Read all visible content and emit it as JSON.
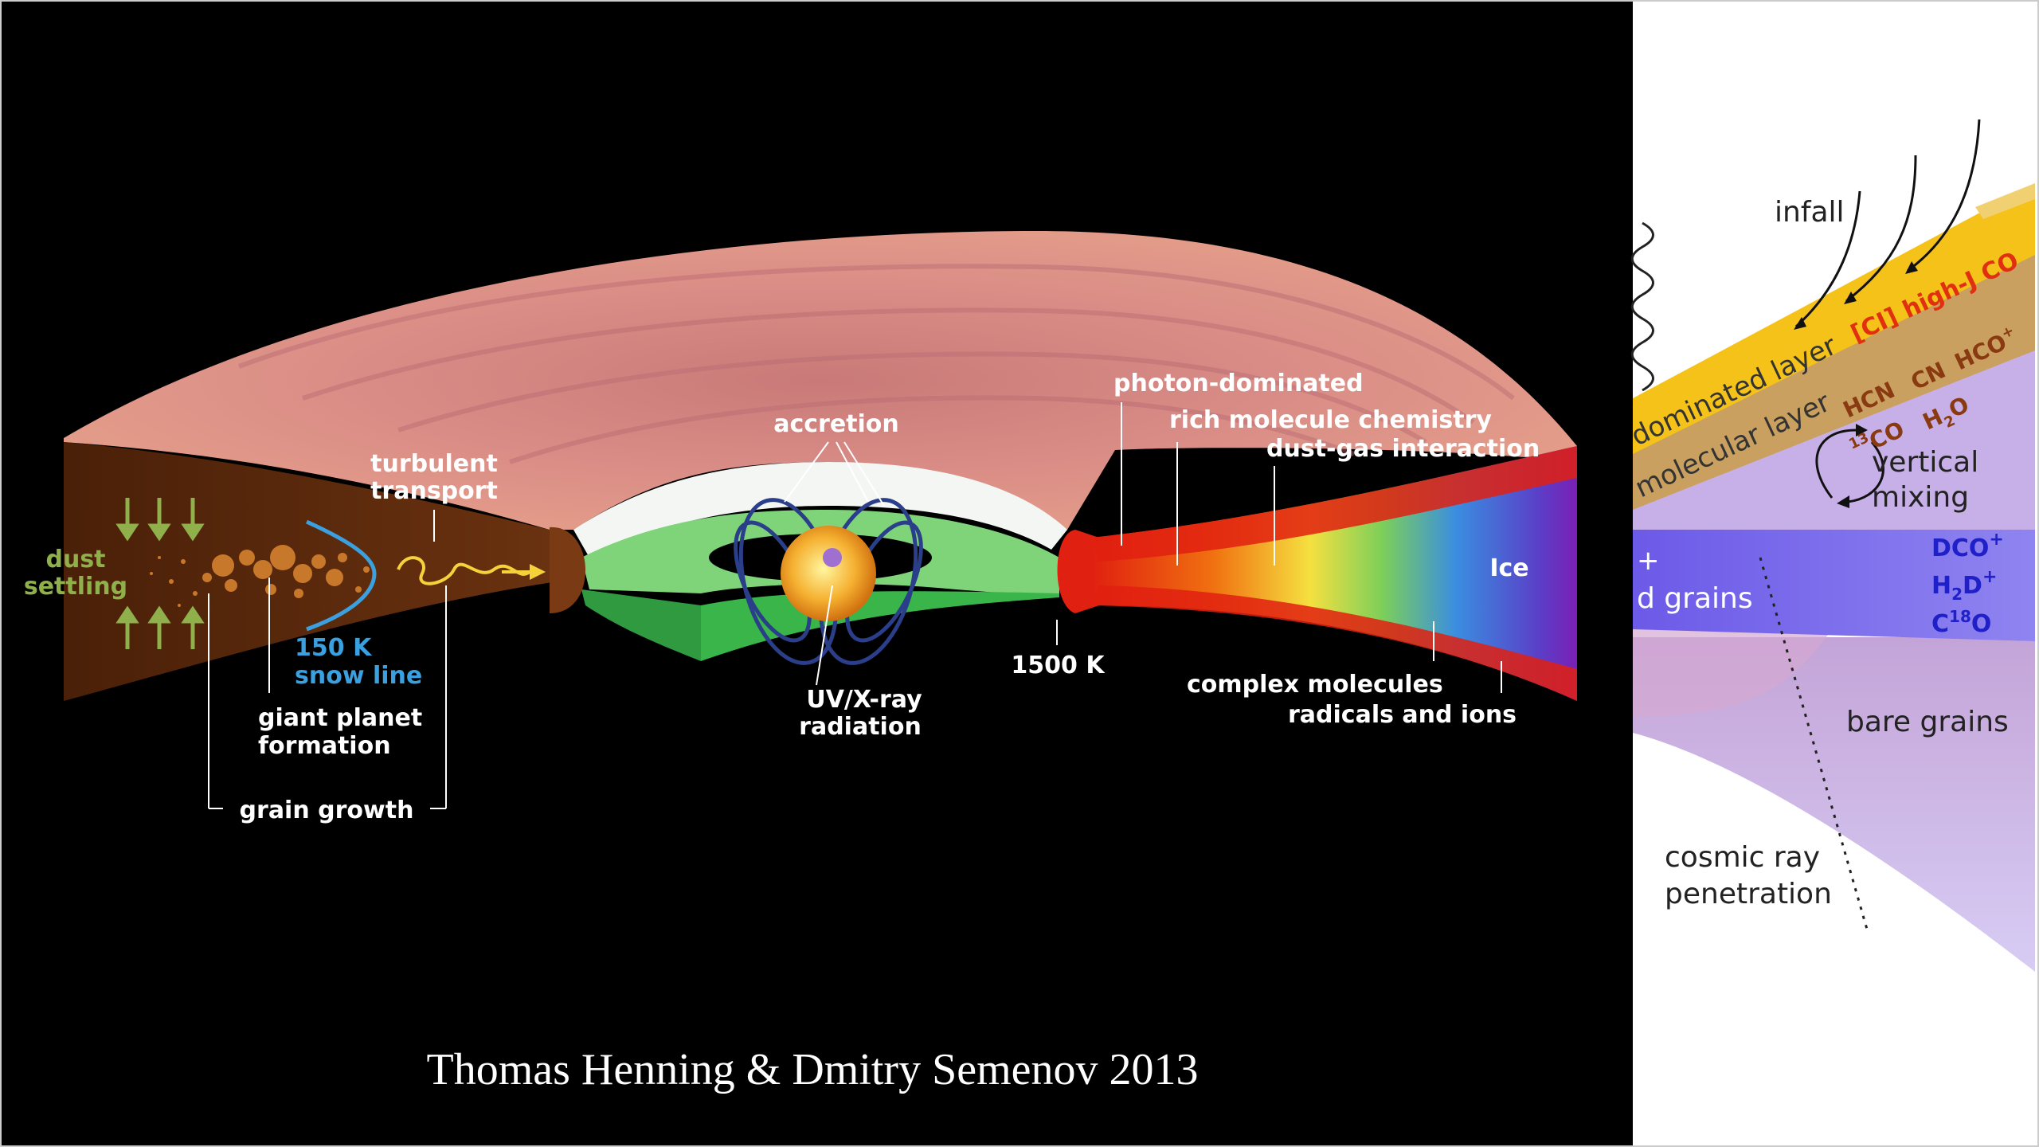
{
  "left_panel": {
    "labels": {
      "dust_settling_1": "dust",
      "dust_settling_2": "settling",
      "turbulent_1": "turbulent",
      "turbulent_2": "transport",
      "accretion": "accretion",
      "snow_line_temp": "150 K",
      "snow_line": "snow line",
      "giant_planet_1": "giant planet",
      "giant_planet_2": "formation",
      "grain_growth": "grain growth",
      "uv_xray_1": "UV/X-ray",
      "uv_xray_2": "radiation",
      "inner_temp": "1500 K",
      "photon_dominated": "photon-dominated",
      "rich_molecule": "rich molecule chemistry",
      "dust_gas": "dust-gas interaction",
      "ice": "Ice",
      "complex_molecules": "complex molecules",
      "radicals_ions": "radicals and ions"
    },
    "credit": "Thomas Henning & Dmitry Semenov 2013"
  },
  "right_panel": {
    "labels": {
      "infall": "infall",
      "photon_layer": "dominated layer",
      "ci": "[CI]",
      "high_j_co": "high-J CO",
      "molecular_layer": "molecular layer",
      "hcn": "HCN",
      "cn": "CN",
      "hco_plus": "HCO",
      "hco_plus_sup": "+",
      "co13_sup": "13",
      "co13": "CO",
      "h2o": "H",
      "h2o_sub": "2",
      "h2o_end": "O",
      "vertical_1": "vertical",
      "vertical_2": "mixing",
      "plus_fragment": "+",
      "grains_fragment": "d grains",
      "dco_plus": "DCO",
      "dco_plus_sup": "+",
      "h2d_plus": "H",
      "h2d_plus_sub": "2",
      "h2d_plus_end": "D",
      "h2d_plus_sup": "+",
      "c18o_pre": "C",
      "c18o_sup": "18",
      "c18o_end": "O",
      "bare_grains": "bare grains",
      "cosmic_1": "cosmic ray",
      "cosmic_2": "penetration"
    }
  },
  "colors": {
    "background_left": "#000000",
    "background_right": "#ffffff",
    "disk_surface": "#d98c82",
    "disk_outer_brown": "#5a2a10",
    "warm_layer_red": "#e02010",
    "ice_purple": "#7a1fb5",
    "inner_green": "#2fa84a",
    "label_white": "#ffffff",
    "label_green": "#8fb04a",
    "label_blue": "#3aa0e0",
    "grain_orange": "#c8782a",
    "turbulence_yellow": "#f5d23a",
    "photon_layer_yellow": "#f5c21a",
    "molecular_layer_tan": "#c9a060",
    "cold_band_blue": "#6f5ae6",
    "bare_grains_lavender": "#c9b6f0",
    "ci_red": "#e03010",
    "molecule_brown": "#8a3a10",
    "deuterated_blue": "#2020c8"
  }
}
